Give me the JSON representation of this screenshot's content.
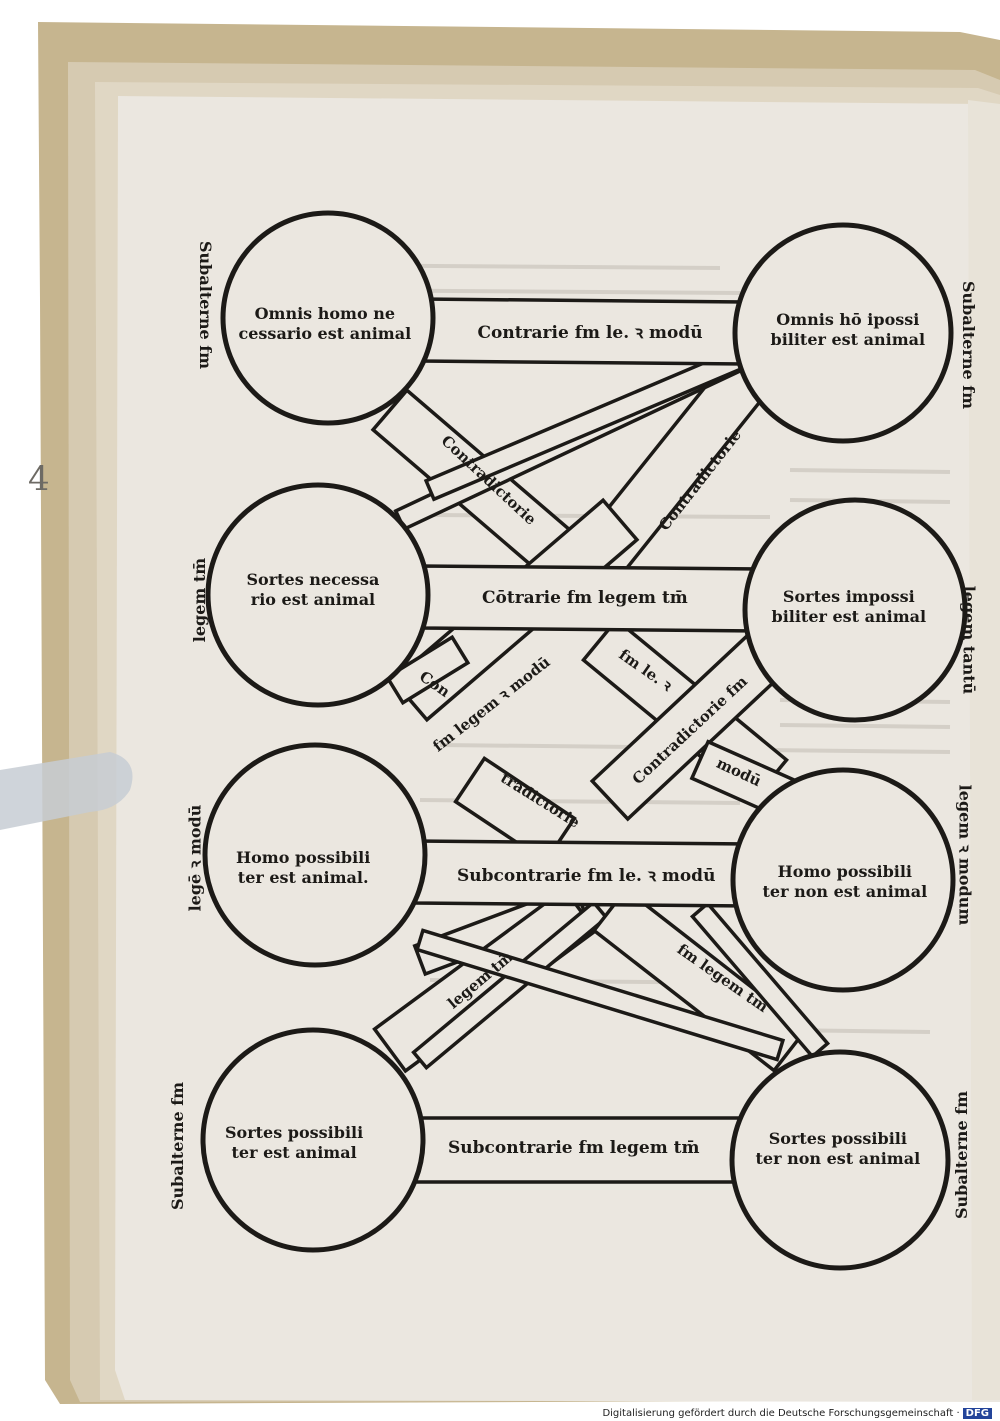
{
  "colors": {
    "paper": "#ebe7e0",
    "page_edge": "#d9cfba",
    "book_edge": "#bfae88",
    "ink": "#1c1a17",
    "tab": "#c7ccd4"
  },
  "margin_note": "4",
  "propositions": [
    {
      "id": "p1",
      "line1": "Omnis homo ne",
      "line2": "cessario est animal"
    },
    {
      "id": "p2",
      "line1": "Omnis hō ipossi",
      "line2": "biliter est animal"
    },
    {
      "id": "p3",
      "line1": "Sortes necessa",
      "line2": "rio est animal"
    },
    {
      "id": "p4",
      "line1": "Sortes impossi",
      "line2": "biliter est animal"
    },
    {
      "id": "p5",
      "line1": "Homo possibili",
      "line2": "ter est animal."
    },
    {
      "id": "p6",
      "line1": "Homo possibili",
      "line2": "ter non est animal"
    },
    {
      "id": "p7",
      "line1": "Sortes possibili",
      "line2": "ter est animal"
    },
    {
      "id": "p8",
      "line1": "Sortes possibili",
      "line2": "ter non est animal"
    }
  ],
  "bands": [
    {
      "id": "b1",
      "label": "Contrarie fm le. ꝛ modū"
    },
    {
      "id": "b2",
      "label": "Cōtrarie fm legem tm̄"
    },
    {
      "id": "b3",
      "label": "Subcontrarie fm le. ꝛ modū"
    },
    {
      "id": "b4",
      "label": "Subcontrarie fm legem tm̄"
    },
    {
      "id": "b5",
      "label": "Contradictorie"
    },
    {
      "id": "b6",
      "label": "Contradictorie"
    },
    {
      "id": "b7",
      "label": "Con"
    },
    {
      "id": "b8",
      "label": "fm legem ꝛ modū"
    },
    {
      "id": "b9",
      "label": "fm le. ꝛ"
    },
    {
      "id": "b10",
      "label": "Contradictorie fm"
    },
    {
      "id": "b11",
      "label": "tradictorie"
    },
    {
      "id": "b12",
      "label": "modū"
    },
    {
      "id": "b13",
      "label": "legem tm̄"
    },
    {
      "id": "b14",
      "label": "fm legem tm̄"
    }
  ],
  "side_labels": [
    {
      "id": "s1",
      "label": "Subalterne fm"
    },
    {
      "id": "s2",
      "label": "legem tm̄"
    },
    {
      "id": "s3",
      "label": "legē ꝛ modū"
    },
    {
      "id": "s4",
      "label": "Subalterne fm"
    },
    {
      "id": "s5",
      "label": "Subalterne fm"
    },
    {
      "id": "s6",
      "label": "legem tantū"
    },
    {
      "id": "s7",
      "label": "legem ꝛ modum"
    },
    {
      "id": "s8",
      "label": "Subalterne fm"
    }
  ],
  "footer": {
    "credit": "Digitalisierung gefördert durch die Deutsche Forschungsgemeinschaft ·",
    "logo": "DFG"
  }
}
